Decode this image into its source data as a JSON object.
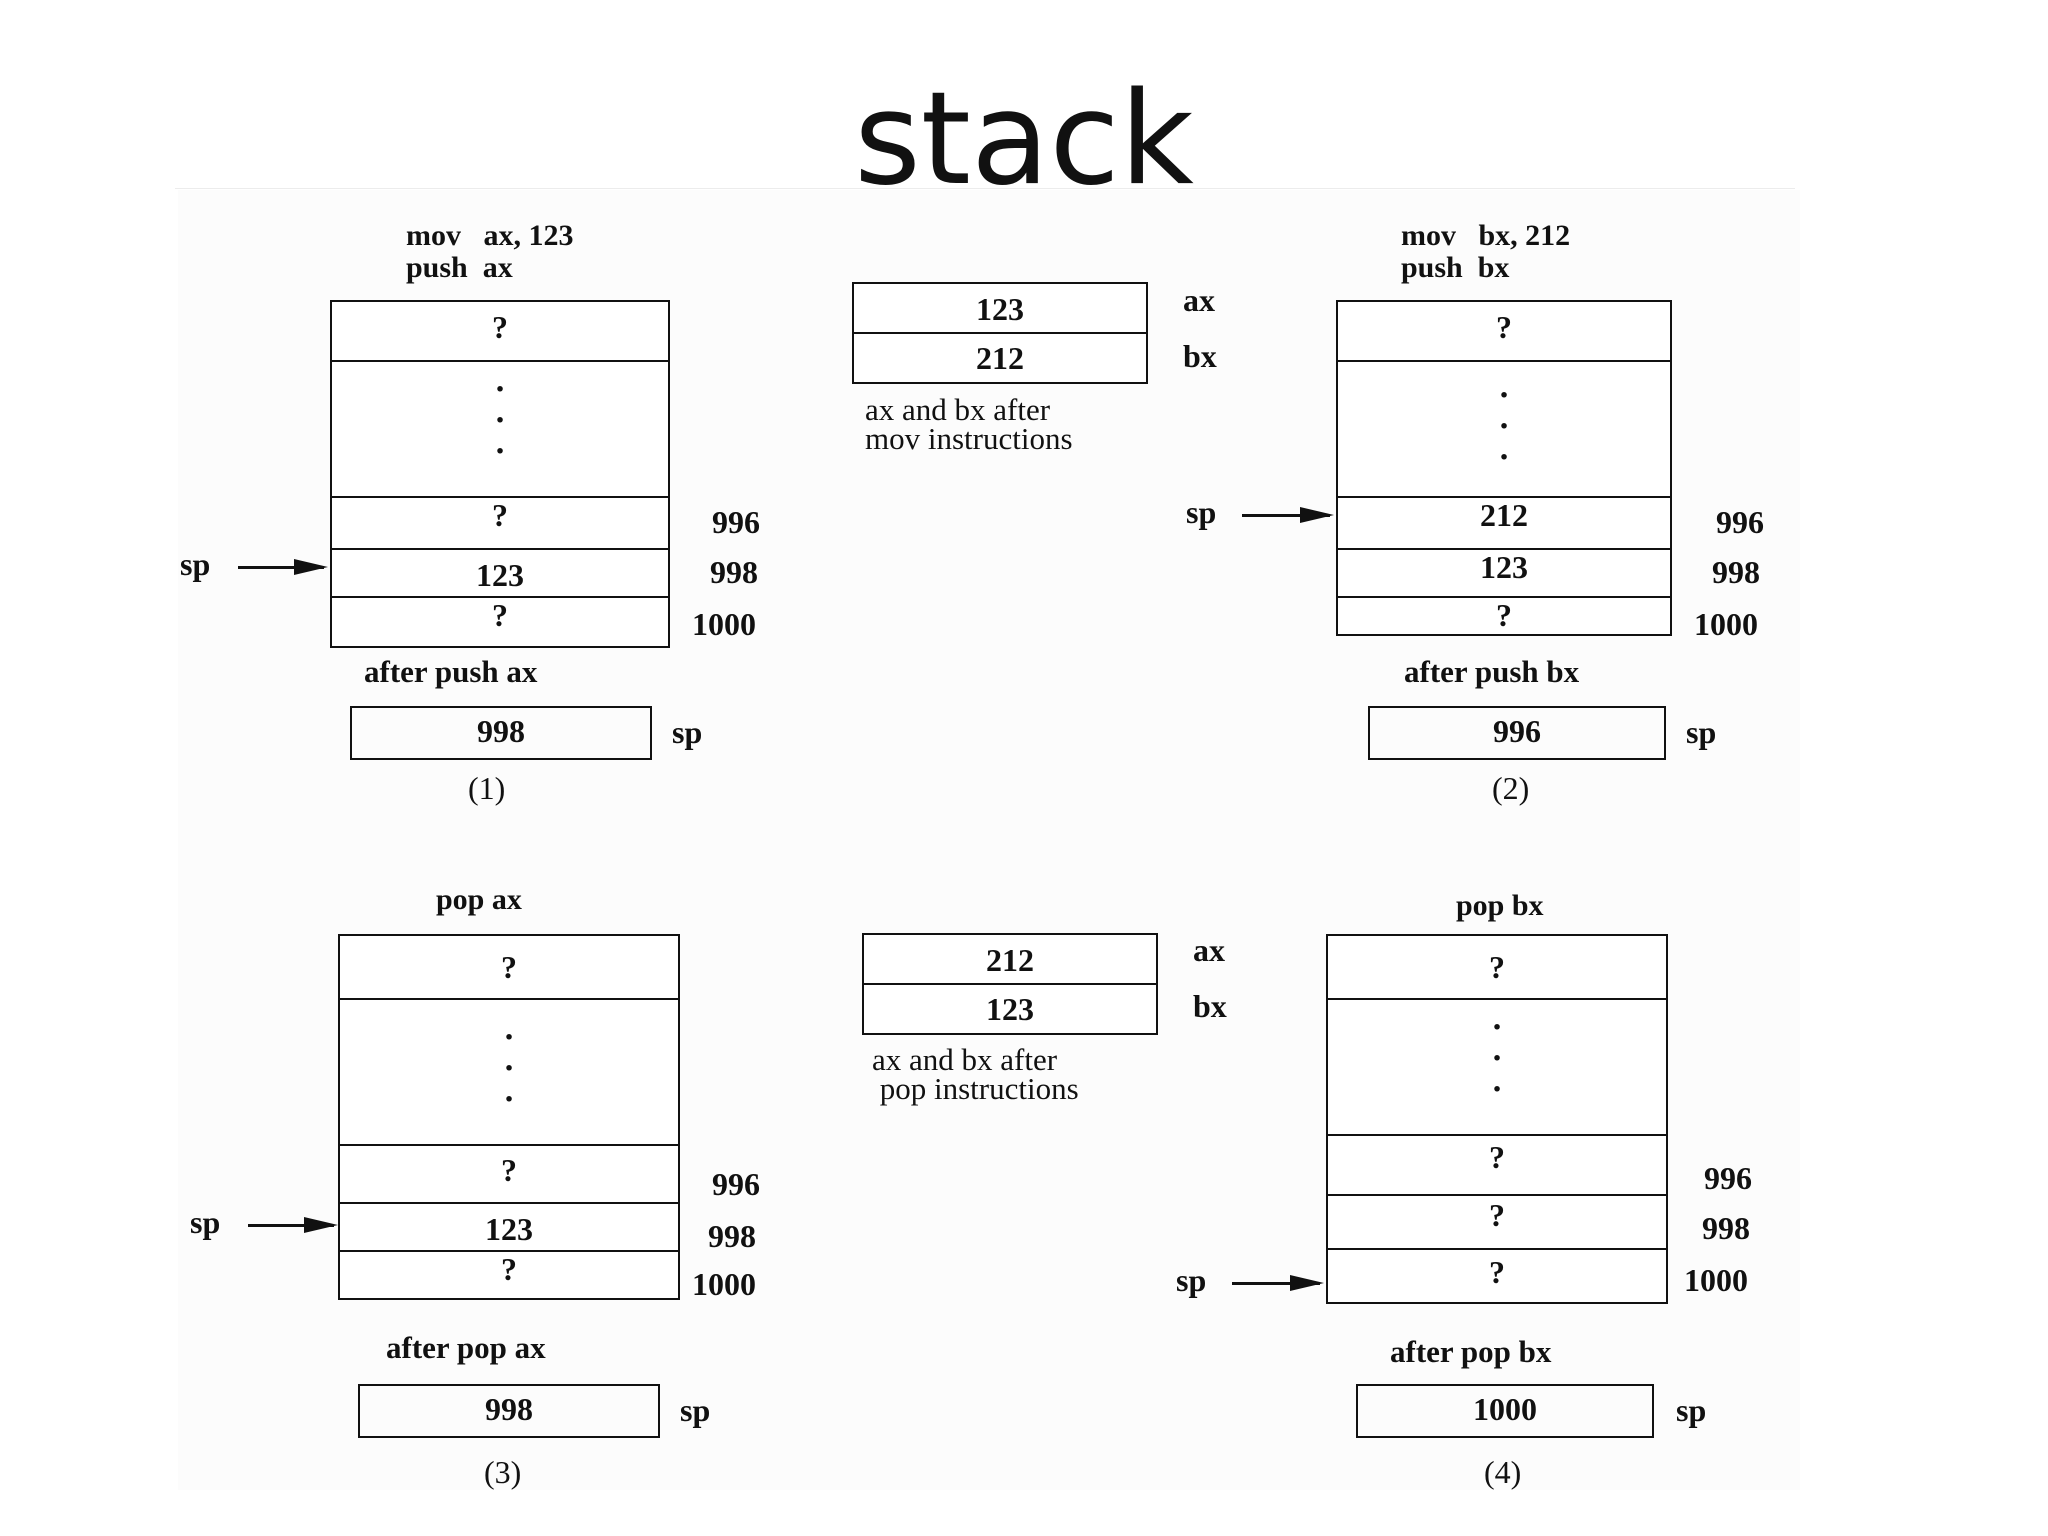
{
  "title": "stack",
  "register_groups": [
    {
      "values": [
        {
          "reg": "ax",
          "value": "123"
        },
        {
          "reg": "bx",
          "value": "212"
        }
      ],
      "caption": "ax and bx after\nmov instructions"
    },
    {
      "values": [
        {
          "reg": "ax",
          "value": "212"
        },
        {
          "reg": "bx",
          "value": "123"
        }
      ],
      "caption": "ax and bx after\n pop instructions"
    }
  ],
  "panels": [
    {
      "instructions": "mov   ax, 123\npush  ax",
      "cells": [
        "?",
        "",
        "?",
        "123",
        "?"
      ],
      "addresses": [
        "996",
        "998",
        "1000"
      ],
      "sp_pointer_label": "sp",
      "sp_points_to": "998",
      "caption": "after push ax",
      "sp_value": "998",
      "sp_box_label": "sp",
      "number": "(1)"
    },
    {
      "instructions": "mov   bx, 212\npush  bx",
      "cells": [
        "?",
        "",
        "212",
        "123",
        "?"
      ],
      "addresses": [
        "996",
        "998",
        "1000"
      ],
      "sp_pointer_label": "sp",
      "sp_points_to": "996",
      "caption": "after push bx",
      "sp_value": "996",
      "sp_box_label": "sp",
      "number": "(2)"
    },
    {
      "instructions": "pop ax",
      "cells": [
        "?",
        "",
        "?",
        "123",
        "?"
      ],
      "addresses": [
        "996",
        "998",
        "1000"
      ],
      "sp_pointer_label": "sp",
      "sp_points_to": "998",
      "caption": "after pop ax",
      "sp_value": "998",
      "sp_box_label": "sp",
      "number": "(3)"
    },
    {
      "instructions": "pop bx",
      "cells": [
        "?",
        "",
        "?",
        "?",
        "?"
      ],
      "addresses": [
        "996",
        "998",
        "1000"
      ],
      "sp_pointer_label": "sp",
      "sp_points_to": "1000",
      "caption": "after pop bx",
      "sp_value": "1000",
      "sp_box_label": "sp",
      "number": "(4)"
    }
  ]
}
